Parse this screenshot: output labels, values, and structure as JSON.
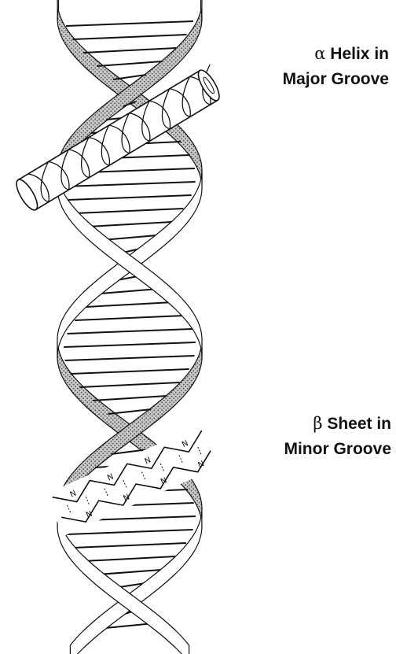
{
  "labels": {
    "alpha": {
      "symbol": "α",
      "text": "Helix in",
      "line2": "Major Groove"
    },
    "beta": {
      "symbol": "β",
      "text": "Sheet in",
      "line2": "Minor Groove"
    }
  },
  "sheet": {
    "atom_symbol": "N"
  },
  "colors": {
    "ink": "#111111",
    "ribbon_fill": "#ffffff",
    "ribbon_shade": "#9a9a9a",
    "background": "#ffffff"
  }
}
